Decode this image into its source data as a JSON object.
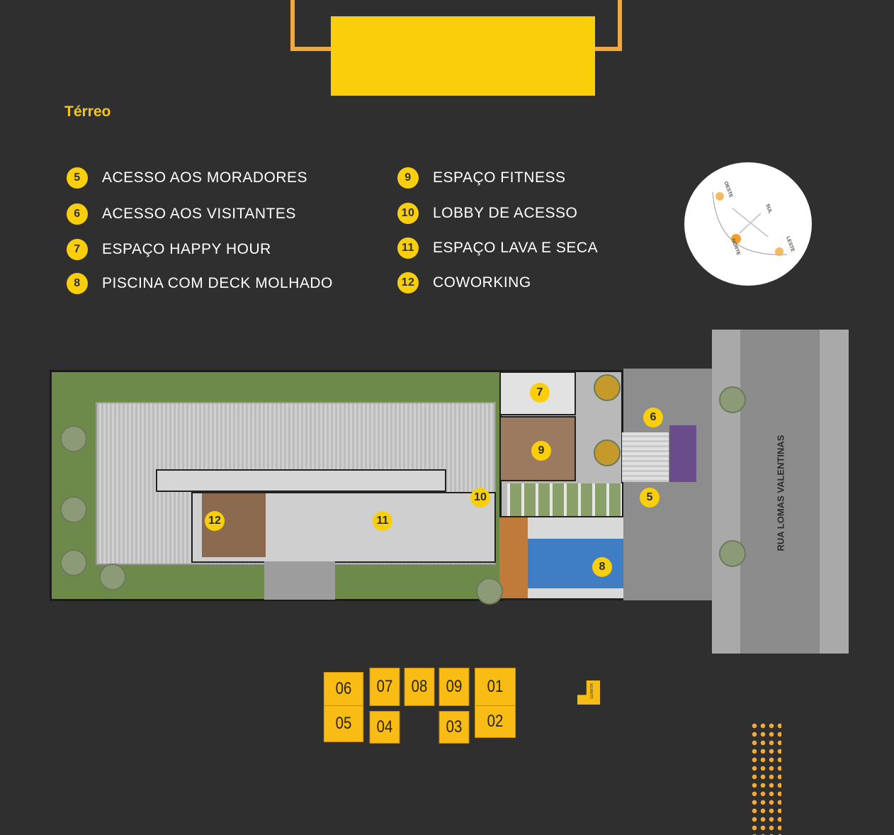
{
  "title": "Térreo",
  "legend_left": [
    {
      "n": "5",
      "label": "ACESSO AOS MORADORES"
    },
    {
      "n": "6",
      "label": "ACESSO AOS VISITANTES"
    },
    {
      "n": "7",
      "label": "ESPAÇO HAPPY HOUR"
    },
    {
      "n": "8",
      "label": "PISCINA COM DECK MOLHADO"
    }
  ],
  "legend_right": [
    {
      "n": "9",
      "label": "ESPAÇO FITNESS"
    },
    {
      "n": "10",
      "label": "LOBBY DE ACESSO"
    },
    {
      "n": "11",
      "label": "ESPAÇO LAVA E SECA"
    },
    {
      "n": "12",
      "label": "COWORKING"
    }
  ],
  "compass": {
    "oeste": "OESTE",
    "leste": "LESTE",
    "norte": "NORTE",
    "sul": "SUL"
  },
  "street": "RUA LOMAS VALENTINAS",
  "markers": {
    "m5": "5",
    "m6": "6",
    "m7": "7",
    "m8": "8",
    "m9": "9",
    "m10": "10",
    "m11": "11",
    "m12": "12"
  },
  "units": {
    "u06": "06",
    "u07": "07",
    "u08": "08",
    "u09": "09",
    "u01": "01",
    "u05": "05",
    "u04": "04",
    "u03": "03",
    "u02": "02",
    "guarita": "GUARITA"
  },
  "colors": {
    "background": "#2f2f2f",
    "accent": "#f9cf0c",
    "frame": "#f2a93b"
  }
}
